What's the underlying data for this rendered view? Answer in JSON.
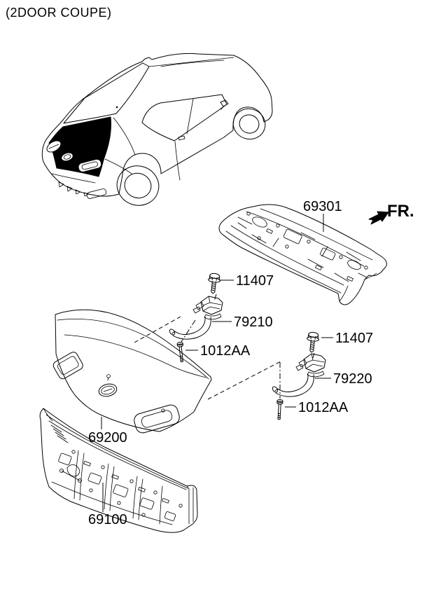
{
  "title": "(2DOOR COUPE)",
  "direction": "FR.",
  "colors": {
    "ink": "#000000",
    "background": "#ffffff",
    "highlight_fill": "#000000"
  },
  "labels": {
    "package_tray": "69301",
    "hinge_bolt_left": "11407",
    "hinge_left": "79210",
    "lid_bolt_left": "1012AA",
    "hinge_bolt_right": "11407",
    "hinge_right": "79220",
    "lid_bolt_right": "1012AA",
    "trunk_lid": "69200",
    "back_panel": "69100"
  }
}
